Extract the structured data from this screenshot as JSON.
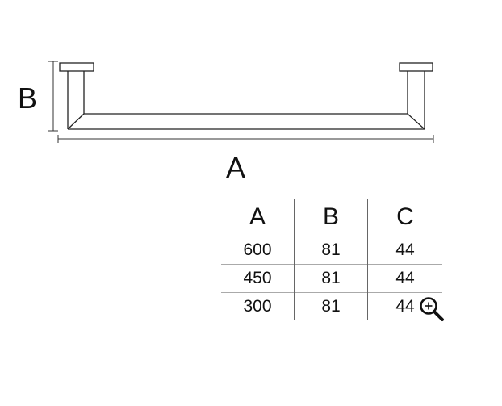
{
  "dimensions": {
    "a_label": "A",
    "b_label": "B"
  },
  "table": {
    "headers": [
      "A",
      "B",
      "C"
    ],
    "rows": [
      [
        "600",
        "81",
        "44"
      ],
      [
        "450",
        "81",
        "44"
      ],
      [
        "300",
        "81",
        "44"
      ]
    ]
  },
  "zoom": {
    "icon": "zoom-in-icon"
  }
}
